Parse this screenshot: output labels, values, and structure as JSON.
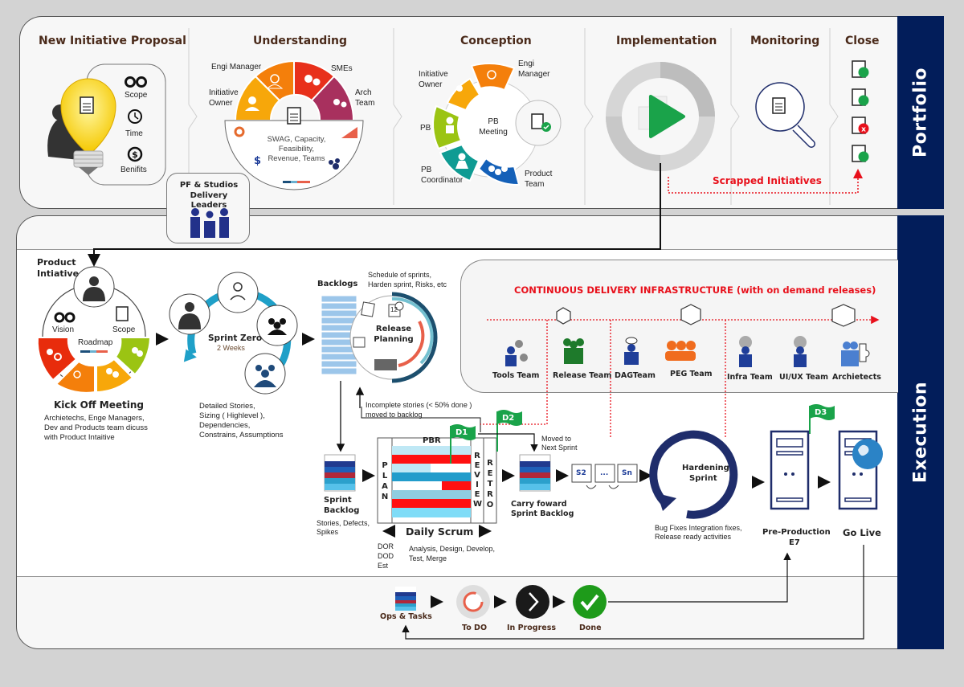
{
  "portfolio": {
    "band_label": "Portfolio",
    "stages": {
      "proposal": {
        "title": "New Initiative Proposal",
        "items": [
          "Scope",
          "Time",
          "Benifits"
        ]
      },
      "understanding": {
        "title": "Understanding",
        "roles": [
          "Engi Manager",
          "SMEs",
          "Initiative Owner",
          "Arch Team"
        ],
        "details": "SWAG, Capacity, Feasibility, Revenue, Teams"
      },
      "conception": {
        "title": "Conception",
        "center": "PB Meeting",
        "roles": [
          "Initiative Owner",
          "Engi Manager",
          "PB",
          "PB Coordinator",
          "Product Team"
        ]
      },
      "implementation": {
        "title": "Implementation"
      },
      "monitoring": {
        "title": "Monitoring"
      },
      "close": {
        "title": "Close",
        "docs": [
          "approved",
          "approved",
          "rejected",
          "approved"
        ]
      }
    },
    "scrapped_label": "Scrapped Initiatives",
    "delivery_leaders": "PF & Studios Delivery Leaders"
  },
  "execution": {
    "band_label": "Execution",
    "kickoff": {
      "product_initiative": "Product Intiative",
      "vision": "Vision",
      "scope": "Scope",
      "roadmap": "Roadmap",
      "title": "Kick Off Meeting",
      "desc": [
        "Archietechs,  Enge Managers,",
        "Dev and Products team dicuss",
        "with Product Intaitive"
      ]
    },
    "sprint_zero": {
      "title": "Sprint Zero",
      "duration": "2 Weeks",
      "desc": [
        "Detailed Stories,",
        "Sizing ( Highlevel ),",
        "Dependencies,",
        "Constrains, Assumptions"
      ]
    },
    "backlogs": {
      "title": "Backlogs",
      "release_planning": "Release Planning",
      "schedule_note": [
        "Schedule of sprints,",
        "Harden sprint, Risks, etc"
      ],
      "calendar_day": "12"
    },
    "incomplete_note": [
      "Incomplete stories (< 50% done )",
      "moved to backlog"
    ],
    "cdi": {
      "title": "CONTINUOUS DELIVERY INFRASTRUCTURE (with on demand releases)",
      "teams": [
        "Tools Team",
        "Release Team",
        "DAGTeam",
        "PEG Team",
        "Infra Team",
        "UI/UX Team",
        "Archietects"
      ]
    },
    "sprint_backlog": {
      "title": "Sprint Backlog",
      "desc": [
        "Stories, Defects,",
        "Spikes"
      ]
    },
    "sprint": {
      "plan": "PLAN",
      "pbr": "PBR",
      "review": "REVIEW",
      "retro": "RETRO",
      "daily_scrum": "Daily Scrum",
      "left_notes": [
        "DOR",
        "DOD",
        "Est"
      ],
      "activities": [
        "Analysis, Design, Develop,",
        "Test, Merge"
      ]
    },
    "flags": [
      "D1",
      "D2",
      "D3"
    ],
    "moved_next": [
      "Moved to",
      "Next Sprint"
    ],
    "carry_forward": [
      "Carry foward",
      "Sprint Backlog"
    ],
    "sprint_chain": [
      "S2",
      "...",
      "Sn"
    ],
    "hardening": {
      "title": [
        "Hardening",
        "Sprint"
      ],
      "desc": [
        "Bug Fixes Integration fixes,",
        "Release ready activities"
      ]
    },
    "pre_production": [
      "Pre-Production",
      "E7"
    ],
    "go_live": "Go Live",
    "ops": {
      "ops_tasks": "Ops & Tasks",
      "todo": "To DO",
      "in_progress": "In Progress",
      "done": "Done"
    }
  },
  "colors": {
    "band": "#021d5a",
    "title_brown": "#4a2a1a",
    "accent_red": "#e8101b",
    "flag_green": "#1aa34a",
    "navy": "#1f2d6b",
    "cyan": "#1fa0c8"
  }
}
